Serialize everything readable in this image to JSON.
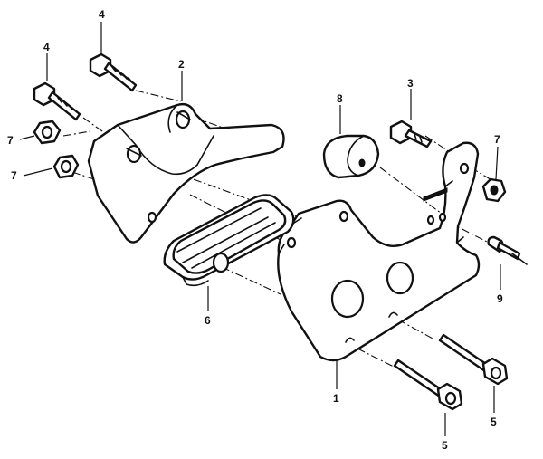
{
  "diagram": {
    "callouts": [
      {
        "id": "c4a",
        "label": "4"
      },
      {
        "id": "c4b",
        "label": "4"
      },
      {
        "id": "c2",
        "label": "2"
      },
      {
        "id": "c3",
        "label": "3"
      },
      {
        "id": "c8",
        "label": "8"
      },
      {
        "id": "c7a",
        "label": "7"
      },
      {
        "id": "c7b",
        "label": "7"
      },
      {
        "id": "c7c",
        "label": "7"
      },
      {
        "id": "c9",
        "label": "9"
      },
      {
        "id": "c6",
        "label": "6"
      },
      {
        "id": "c1",
        "label": "1"
      },
      {
        "id": "c5a",
        "label": "5"
      },
      {
        "id": "c5b",
        "label": "5"
      }
    ]
  }
}
